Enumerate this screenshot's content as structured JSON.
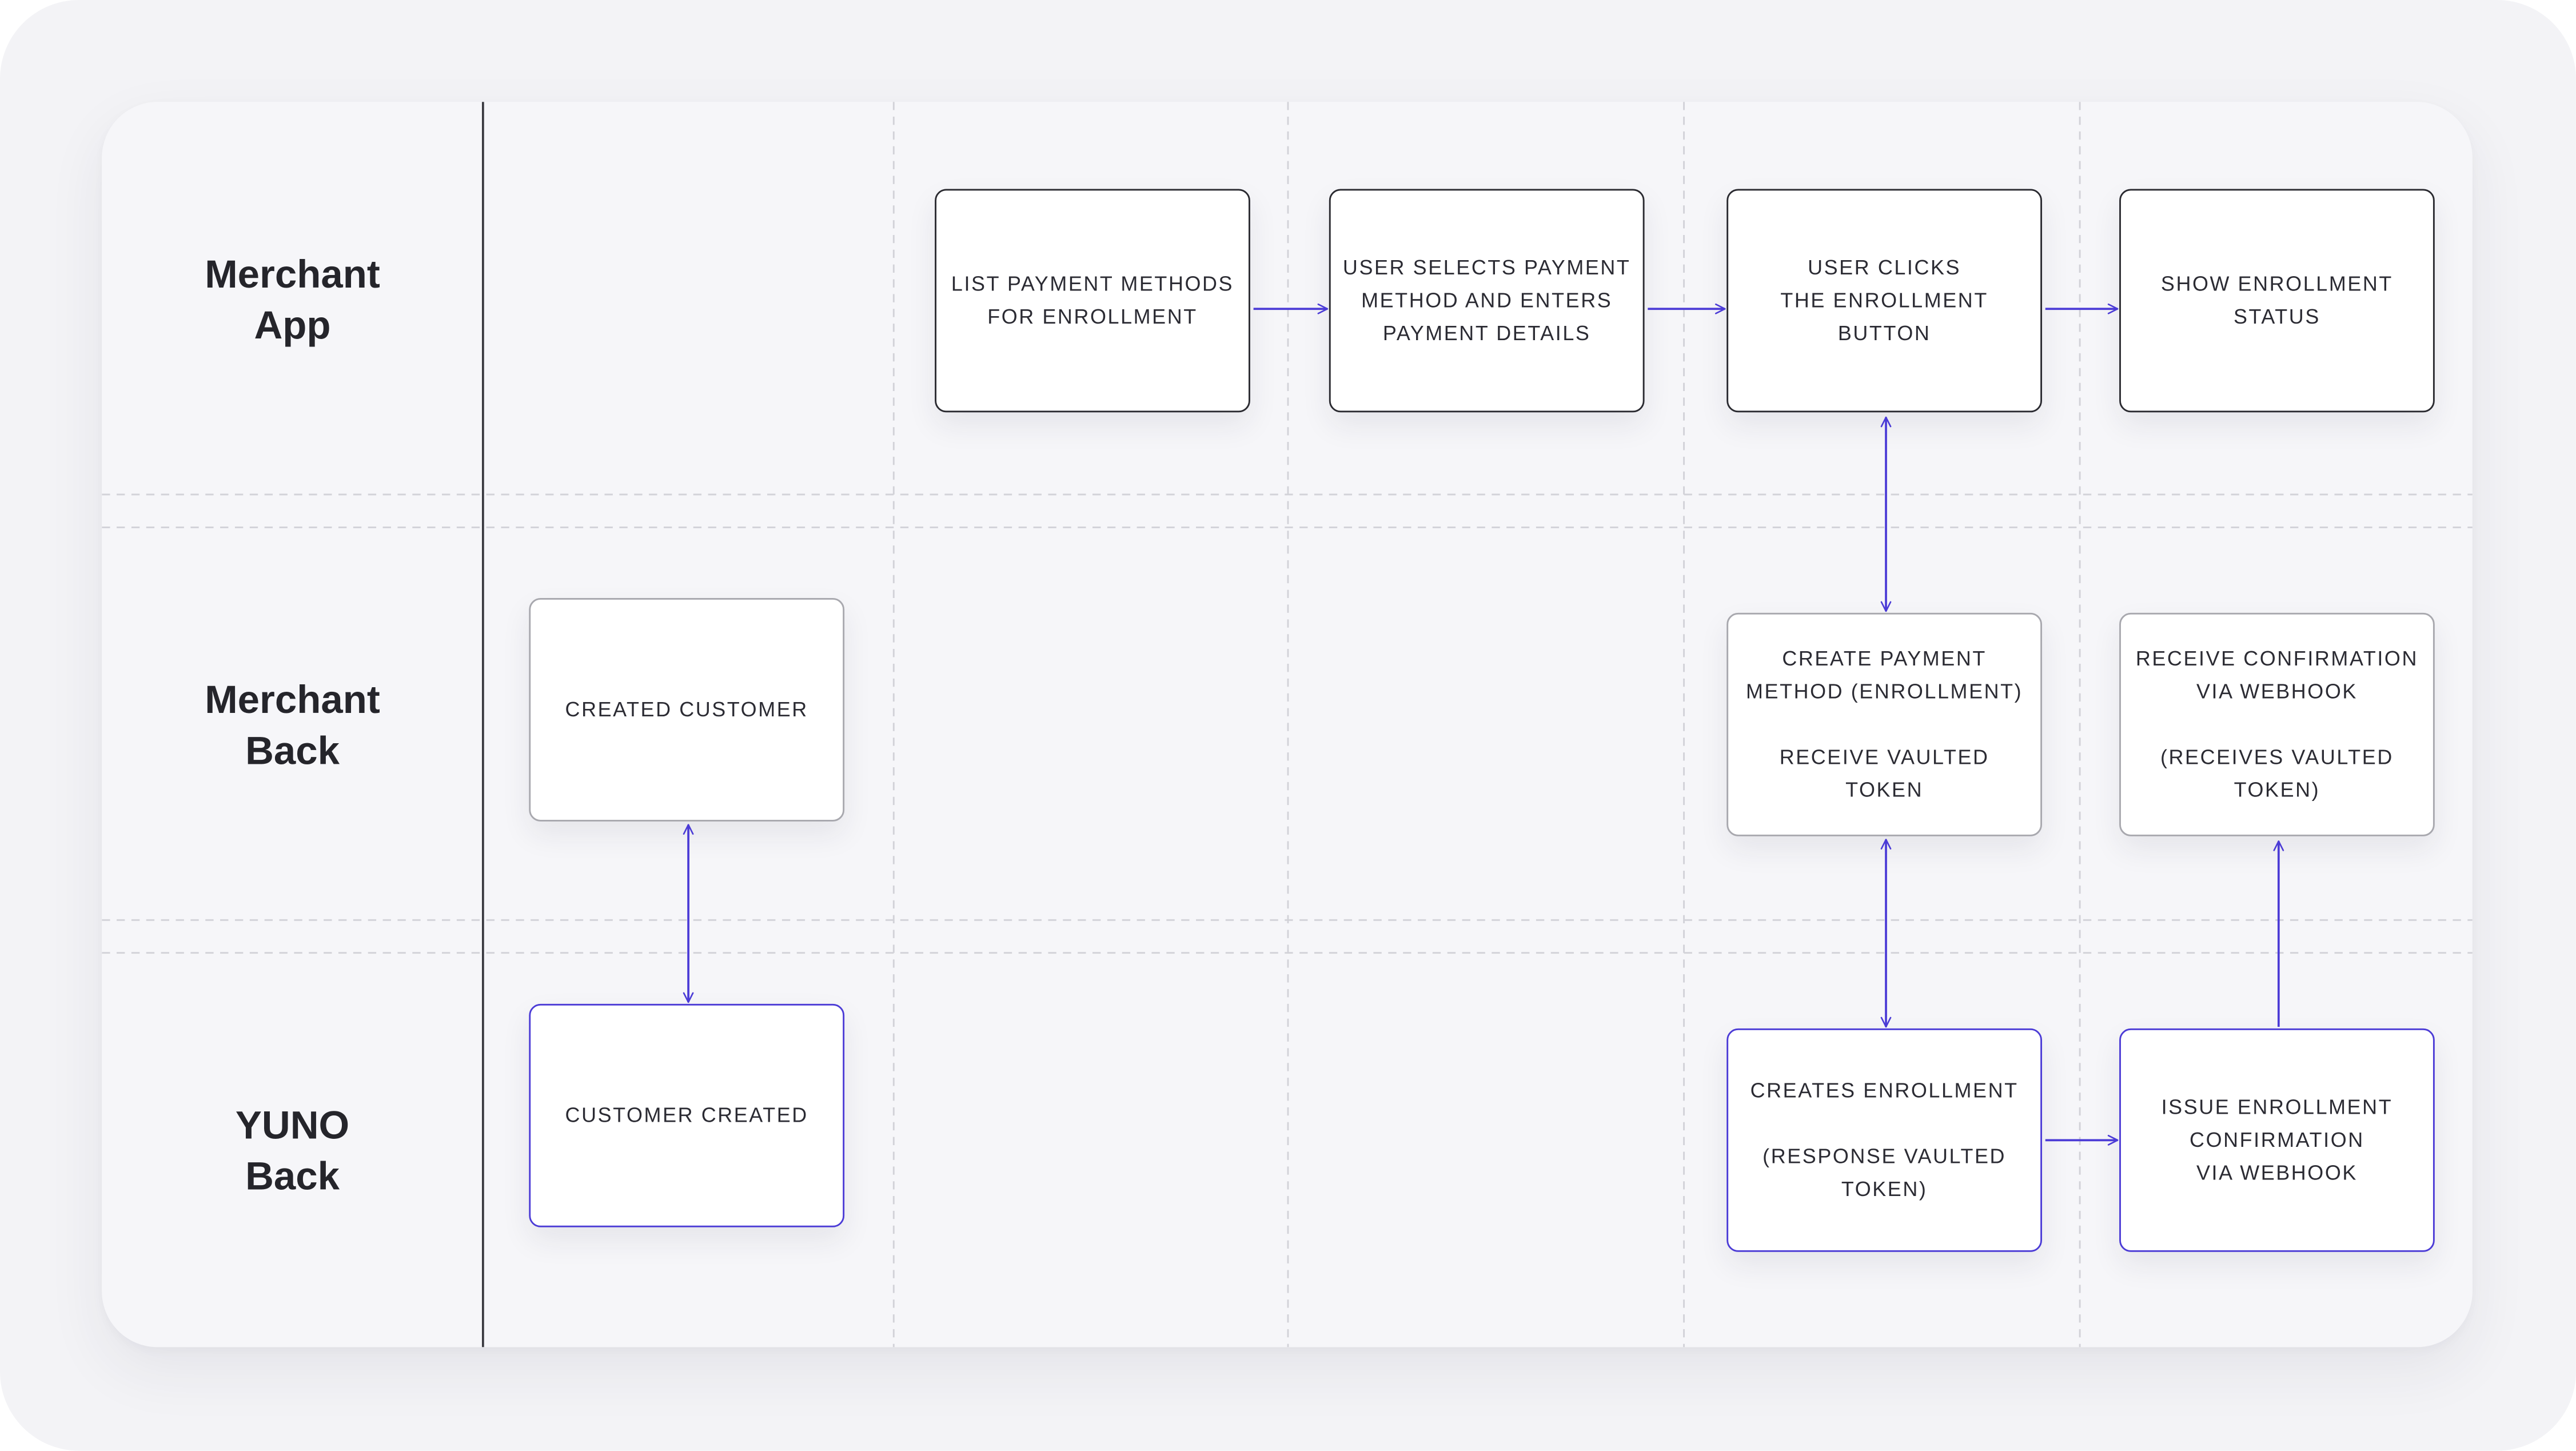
{
  "diagram": {
    "lanes": [
      {
        "id": "merchant-app",
        "label_lines": [
          "Merchant",
          "App"
        ]
      },
      {
        "id": "merchant-back",
        "label_lines": [
          "Merchant",
          "Back"
        ]
      },
      {
        "id": "yuno-back",
        "label_lines": [
          "YUNO",
          "Back"
        ]
      }
    ],
    "nodes": [
      {
        "id": "list-payment-methods",
        "lane": "merchant-app",
        "lines": [
          "LIST PAYMENT METHODS",
          "FOR ENROLLMENT"
        ]
      },
      {
        "id": "user-selects-payment",
        "lane": "merchant-app",
        "lines": [
          "USER SELECTS PAYMENT",
          "METHOD AND ENTERS",
          "PAYMENT DETAILS"
        ]
      },
      {
        "id": "user-clicks-enrollment",
        "lane": "merchant-app",
        "lines": [
          "USER CLICKS",
          "THE ENROLLMENT",
          "BUTTON"
        ]
      },
      {
        "id": "show-enrollment-status",
        "lane": "merchant-app",
        "lines": [
          "SHOW ENROLLMENT",
          "STATUS"
        ]
      },
      {
        "id": "created-customer",
        "lane": "merchant-back",
        "lines": [
          "CREATED CUSTOMER"
        ]
      },
      {
        "id": "create-payment-method",
        "lane": "merchant-back",
        "lines": [
          "CREATE PAYMENT",
          "METHOD (ENROLLMENT)",
          "",
          "RECEIVE VAULTED",
          "TOKEN"
        ]
      },
      {
        "id": "receive-confirmation",
        "lane": "merchant-back",
        "lines": [
          "RECEIVE CONFIRMATION",
          "VIA WEBHOOK",
          "",
          "(RECEIVES VAULTED",
          "TOKEN)"
        ]
      },
      {
        "id": "customer-created",
        "lane": "yuno-back",
        "lines": [
          "CUSTOMER CREATED"
        ]
      },
      {
        "id": "creates-enrollment",
        "lane": "yuno-back",
        "lines": [
          "CREATES ENROLLMENT",
          "",
          "(RESPONSE VAULTED",
          "TOKEN)"
        ]
      },
      {
        "id": "issue-enrollment-confirmation",
        "lane": "yuno-back",
        "lines": [
          "ISSUE ENROLLMENT",
          "CONFIRMATION",
          "VIA WEBHOOK"
        ]
      }
    ],
    "edges": [
      {
        "from": "list-payment-methods",
        "to": "user-selects-payment",
        "direction": "forward"
      },
      {
        "from": "user-selects-payment",
        "to": "user-clicks-enrollment",
        "direction": "forward"
      },
      {
        "from": "user-clicks-enrollment",
        "to": "show-enrollment-status",
        "direction": "forward"
      },
      {
        "from": "user-clicks-enrollment",
        "to": "create-payment-method",
        "direction": "both"
      },
      {
        "from": "created-customer",
        "to": "customer-created",
        "direction": "both"
      },
      {
        "from": "create-payment-method",
        "to": "creates-enrollment",
        "direction": "both"
      },
      {
        "from": "creates-enrollment",
        "to": "issue-enrollment-confirmation",
        "direction": "forward"
      },
      {
        "from": "issue-enrollment-confirmation",
        "to": "receive-confirmation",
        "direction": "forward"
      }
    ],
    "colors": {
      "background": "#f3f3f6",
      "card": "#f6f6f9",
      "node_fill": "#ffffff",
      "merchant_app_border": "#2a2a30",
      "merchant_back_border": "#a8a8ae",
      "yuno_back_border": "#4b3bd6",
      "arrow": "#4b3bd6",
      "lane_divider": "#d2d2d8",
      "label_separator": "#3a3a40",
      "text": "#2b2b33"
    }
  }
}
